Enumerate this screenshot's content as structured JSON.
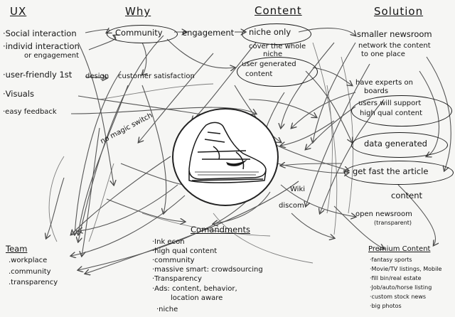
{
  "headers": {
    "ux": "UX",
    "why": "Why",
    "content": "Content",
    "solution": "Solution"
  },
  "ux": {
    "items": [
      "·Social interaction",
      "·individ interaction",
      "or engagement",
      "·user-friendly 1st",
      "·Visuals",
      "·easy feedback"
    ],
    "no_magic": "no magic switch"
  },
  "why": {
    "community": "Community",
    "engagement": "engagement",
    "design": "design",
    "customer_sat": "customer satisfaction"
  },
  "content": {
    "niche_only": "niche only",
    "cover_whole": "cover the whole",
    "niche": "niche",
    "user_generated": "user generated",
    "content_word": "content",
    "wiki": "Wiki",
    "discom": "discom"
  },
  "solution": {
    "smaller_newsroom": "smaller newsroom",
    "network": "network the content",
    "to_one_place": "to one place",
    "have_experts": "have experts on",
    "boards": "boards",
    "users_will": "users will support",
    "high_qual": "high qual content",
    "data_generated": "data generated",
    "get_fast": "get fast the article",
    "content_lbl": "content",
    "open_newsroom": "open newsroom",
    "transparent": "(transparent)"
  },
  "team": {
    "title": "Team",
    "items": [
      ".workplace",
      ".community",
      ".transparency"
    ]
  },
  "commandments": {
    "title": "Comandments",
    "items": [
      "·Ink econ",
      "·high qual content",
      "·community",
      "·massive smart: crowdsourcing",
      "·Transparency",
      "·Ads: content, behavior,",
      "location aware",
      "·niche"
    ]
  },
  "premium": {
    "title": "Premium Content",
    "items": [
      "·fantasy sports",
      "·Movie/TV listings, Mobile",
      "·fill bin/real estate",
      "·Job/auto/horse listing",
      "·custom stock news",
      "·big photos"
    ]
  }
}
